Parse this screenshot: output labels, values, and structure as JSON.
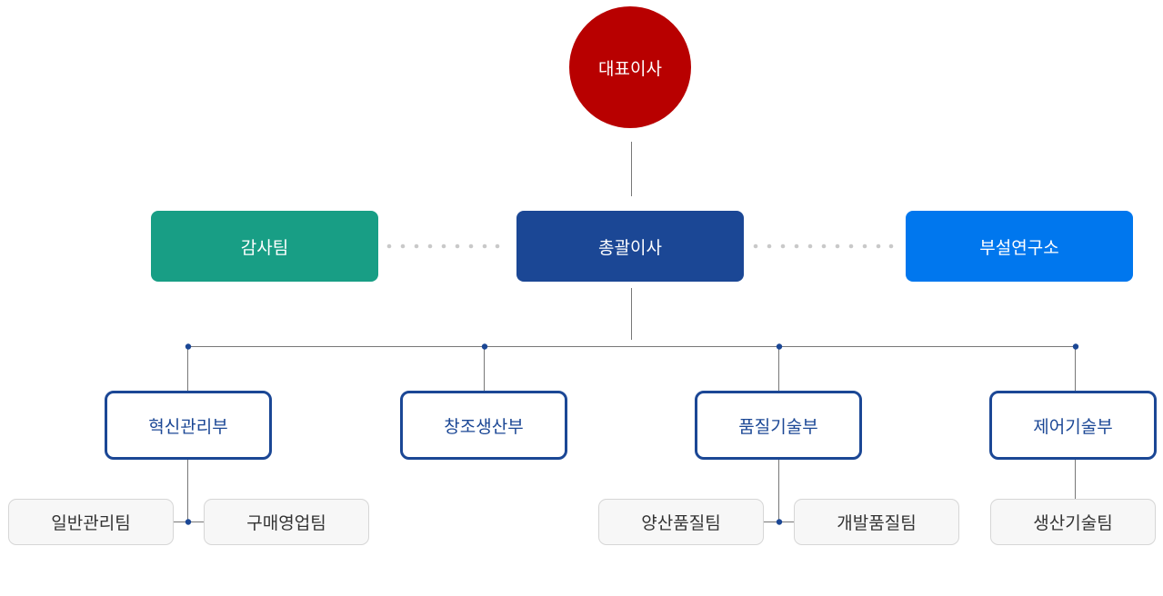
{
  "chart": {
    "ceo": "대표이사",
    "audit_team": "감사팀",
    "general_director": "총괄이사",
    "research_lab": "부설연구소",
    "departments": [
      "혁신관리부",
      "창조생산부",
      "품질기술부",
      "제어기술부"
    ],
    "teams": {
      "general_management": "일반관리팀",
      "purchasing_sales": "구매영업팀",
      "production_quality": "양산품질팀",
      "development_quality": "개발품질팀",
      "production_technology": "생산기술팀"
    }
  },
  "colors": {
    "ceo": "#b80000",
    "audit_team": "#189e85",
    "general_director": "#1b4795",
    "research_lab": "#0077ee",
    "department_border": "#1b4795",
    "team_background": "#f7f7f7",
    "connector": "#777777",
    "junction_dot": "#1b4795",
    "dotted_link": "#c9c9c9"
  }
}
